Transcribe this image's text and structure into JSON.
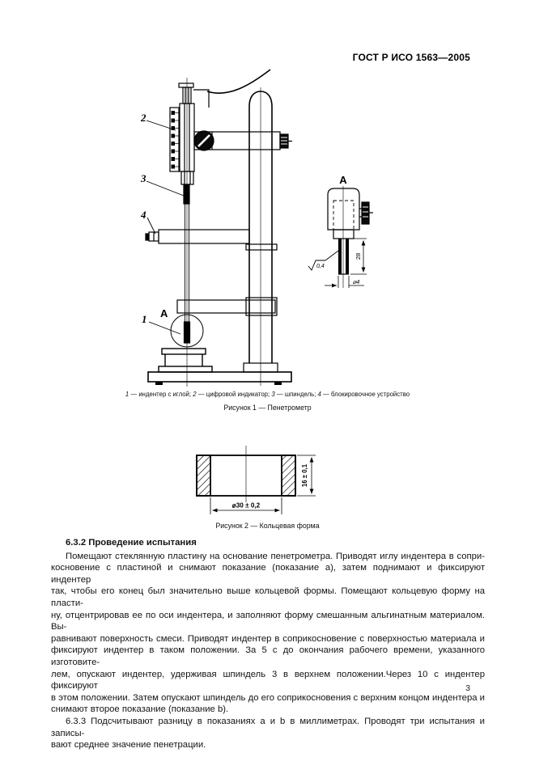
{
  "header": {
    "standard_code": "ГОСТ Р ИСО 1563—2005"
  },
  "figure1": {
    "part_labels": {
      "indenter": "1",
      "indicator": "2",
      "spindle": "3",
      "lock": "4",
      "detail_marker": "А",
      "detail_title": "А"
    },
    "dimensions": {
      "needle_length": "28",
      "needle_diameter": "⌀4",
      "surface_roughness": "0,4"
    },
    "legend": [
      {
        "num": "1",
        "text": " — индентер с иглой; "
      },
      {
        "num": "2",
        "text": " — цифровой индикатор; "
      },
      {
        "num": "3",
        "text": " — шпиндель; "
      },
      {
        "num": "4",
        "text": " — блокировочное устройство"
      }
    ],
    "caption": "Рисунок 1 — Пенетрометр"
  },
  "figure2": {
    "dimensions": {
      "inner_diameter": "⌀30 ± 0,2",
      "height": "16 ± 0,1"
    },
    "caption": "Рисунок 2 — Кольцевая форма"
  },
  "section632": {
    "heading": "6.3.2 Проведение испытания",
    "lines": [
      "Помещают стеклянную пластину на основание пенетрометра. Приводят иглу индентера в сопри-",
      "косновение с пластиной и снимают показание (показание а), затем поднимают и фиксируют индентер",
      "так, чтобы его конец был значительно выше кольцевой формы. Помещают кольцевую форму на пласти-",
      "ну, отцентрировав ее по оси индентера, и заполняют форму смешанным альгинатным материалом. Вы-",
      "равнивают поверхность смеси. Приводят индентер в соприкосновение с поверхностью материала и",
      "фиксируют индентер в таком положении. За 5 с до окончания рабочего времени, указанного изготовите-",
      "лем, опускают индентер, удерживая шпиндель 3 в верхнем положении.Через 10 с индентер фиксируют",
      "в этом положении. Затем опускают шпиндель до его соприкосновения с верхним концом индентера и",
      "снимают второе показание (показание b)."
    ]
  },
  "section633": {
    "lines": [
      "6.3.3 Подсчитывают разницу в показаниях a и b в миллиметрах. Проводят три испытания и записы-",
      "вают среднее значение пенетрации."
    ]
  },
  "footer": {
    "page_number": "3"
  }
}
